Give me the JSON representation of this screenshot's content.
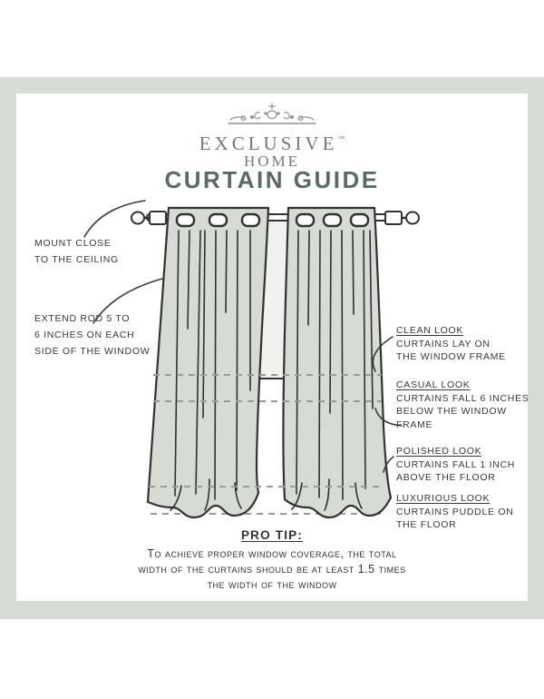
{
  "brand": {
    "name": "EXCLUSIVE",
    "trademark": "™",
    "sub": "HOME"
  },
  "title": "CURTAIN GUIDE",
  "annotations": {
    "left": [
      {
        "lines": [
          "MOUNT CLOSE",
          "TO THE CEILING"
        ]
      },
      {
        "lines": [
          "EXTEND ROD 5 TO",
          "6 INCHES ON EACH",
          "SIDE OF THE WINDOW"
        ]
      }
    ],
    "right": [
      {
        "heading": "CLEAN LOOK",
        "lines": [
          "CURTAINS LAY ON",
          "THE WINDOW FRAME"
        ]
      },
      {
        "heading": "CASUAL LOOK",
        "lines": [
          "CURTAINS FALL 6 INCHES",
          "BELOW THE WINDOW FRAME"
        ]
      },
      {
        "heading": "POLISHED LOOK",
        "lines": [
          "CURTAINS FALL 1 INCH",
          "ABOVE THE FLOOR"
        ]
      },
      {
        "heading": "LUXURIOUS LOOK",
        "lines": [
          "CURTAINS PUDDLE ON",
          "THE FLOOR"
        ]
      }
    ]
  },
  "pro_tip": {
    "heading": "PRO TIP:",
    "lines": [
      "To achieve proper window coverage, the total",
      "width of the curtains should be at least 1.5 times",
      "the width of the window"
    ]
  },
  "colors": {
    "background_band": "#d4dcd4",
    "card": "#ffffff",
    "title": "#5a6c62",
    "brand": "#6e7b74",
    "text": "#363936",
    "curtain_fill": "#d6dcd3",
    "outline": "#30332f",
    "dashed_line": "#969d95",
    "window_fill": "#f1f2ef"
  }
}
